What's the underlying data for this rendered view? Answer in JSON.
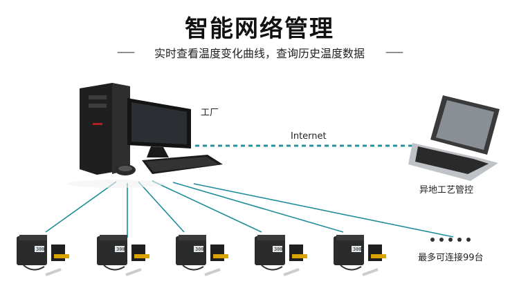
{
  "header": {
    "title": "智能网络管理",
    "subtitle": "实时查看温度变化曲线，查询历史温度数据",
    "dash_left": "——",
    "dash_right": "——"
  },
  "labels": {
    "factory": "工厂",
    "internet": "Internet",
    "remote": "异地工艺管控",
    "max_connect": "最多可连接99台"
  },
  "stations": [
    {
      "id": 1,
      "display": "300"
    },
    {
      "id": 2,
      "display": "300"
    },
    {
      "id": 3,
      "display": "300"
    },
    {
      "id": 4,
      "display": "300"
    },
    {
      "id": 5,
      "display": "300"
    }
  ],
  "colors": {
    "line": "#1e8c99",
    "internet_line": "#2a8f9c",
    "device_body": "#2b2b2b",
    "holder": "#d9a400"
  }
}
